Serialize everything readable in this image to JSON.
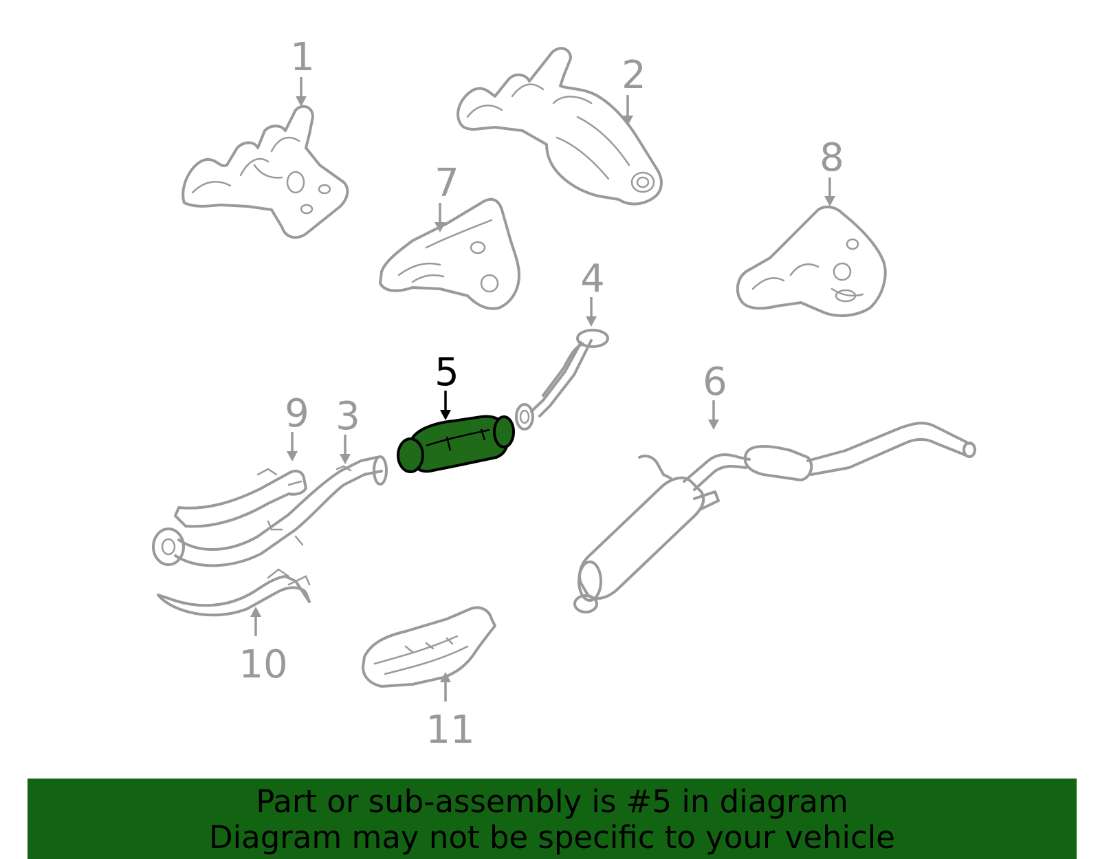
{
  "diagram": {
    "selected_part": "5",
    "callouts": [
      "1",
      "2",
      "3",
      "4",
      "5",
      "6",
      "7",
      "8",
      "9",
      "10",
      "11"
    ],
    "highlight_color": "#1f6b1a",
    "line_color": "#9a9a9a"
  },
  "banner": {
    "line1": "Part or sub-assembly is #5 in diagram",
    "line2": "Diagram may not be specific to your vehicle",
    "background": "#136412"
  }
}
